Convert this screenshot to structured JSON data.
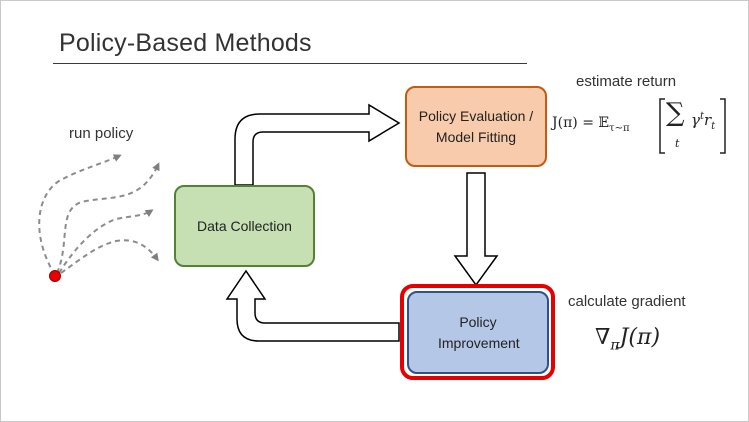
{
  "slide": {
    "title": "Policy-Based Methods",
    "nodes": {
      "data_collection": "Data Collection",
      "policy_evaluation": "Policy Evaluation / Model Fitting",
      "policy_improvement": "Policy Improvement"
    },
    "annotations": {
      "run_policy": "run policy",
      "estimate_return": "estimate return",
      "calculate_gradient": "calculate gradient"
    },
    "formulas": {
      "return_lhs": "J(π) = 𝔼",
      "return_sub": "τ∼π",
      "return_sum": "∑",
      "return_sum_index": "t",
      "return_term": "γ",
      "return_term_exp": "t",
      "return_term_r": "r",
      "return_term_r_sub": "t",
      "gradient_nabla": "∇",
      "gradient_sub": "π",
      "gradient_rest": "J(π)"
    },
    "colors": {
      "data_fill": "#c6e0b4",
      "data_border": "#548235",
      "eval_fill": "#f8cbad",
      "eval_border": "#c55a11",
      "improve_fill": "#b4c7e7",
      "improve_border": "#2f528f",
      "highlight": "#e60000",
      "start_dot": "#e60000"
    }
  }
}
